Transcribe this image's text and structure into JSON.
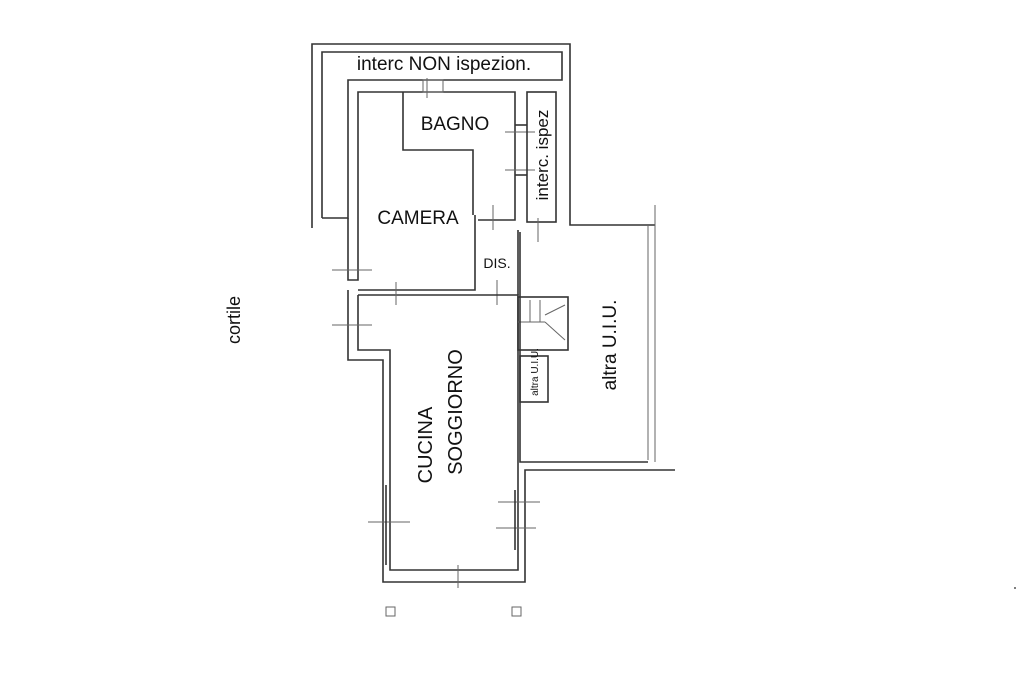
{
  "plan": {
    "labels": {
      "corridor_top": "interc NON ispezion.",
      "bathroom": "BAGNO",
      "corridor_side": "interc. ispez",
      "bedroom": "CAMERA",
      "hall": "DIS.",
      "other_unit_large": "altra U.I.U.",
      "other_unit_small": "altra U.I.U.",
      "kitchen": "CUCINA",
      "living": "SOGGIORNO",
      "courtyard": "cortile"
    }
  }
}
